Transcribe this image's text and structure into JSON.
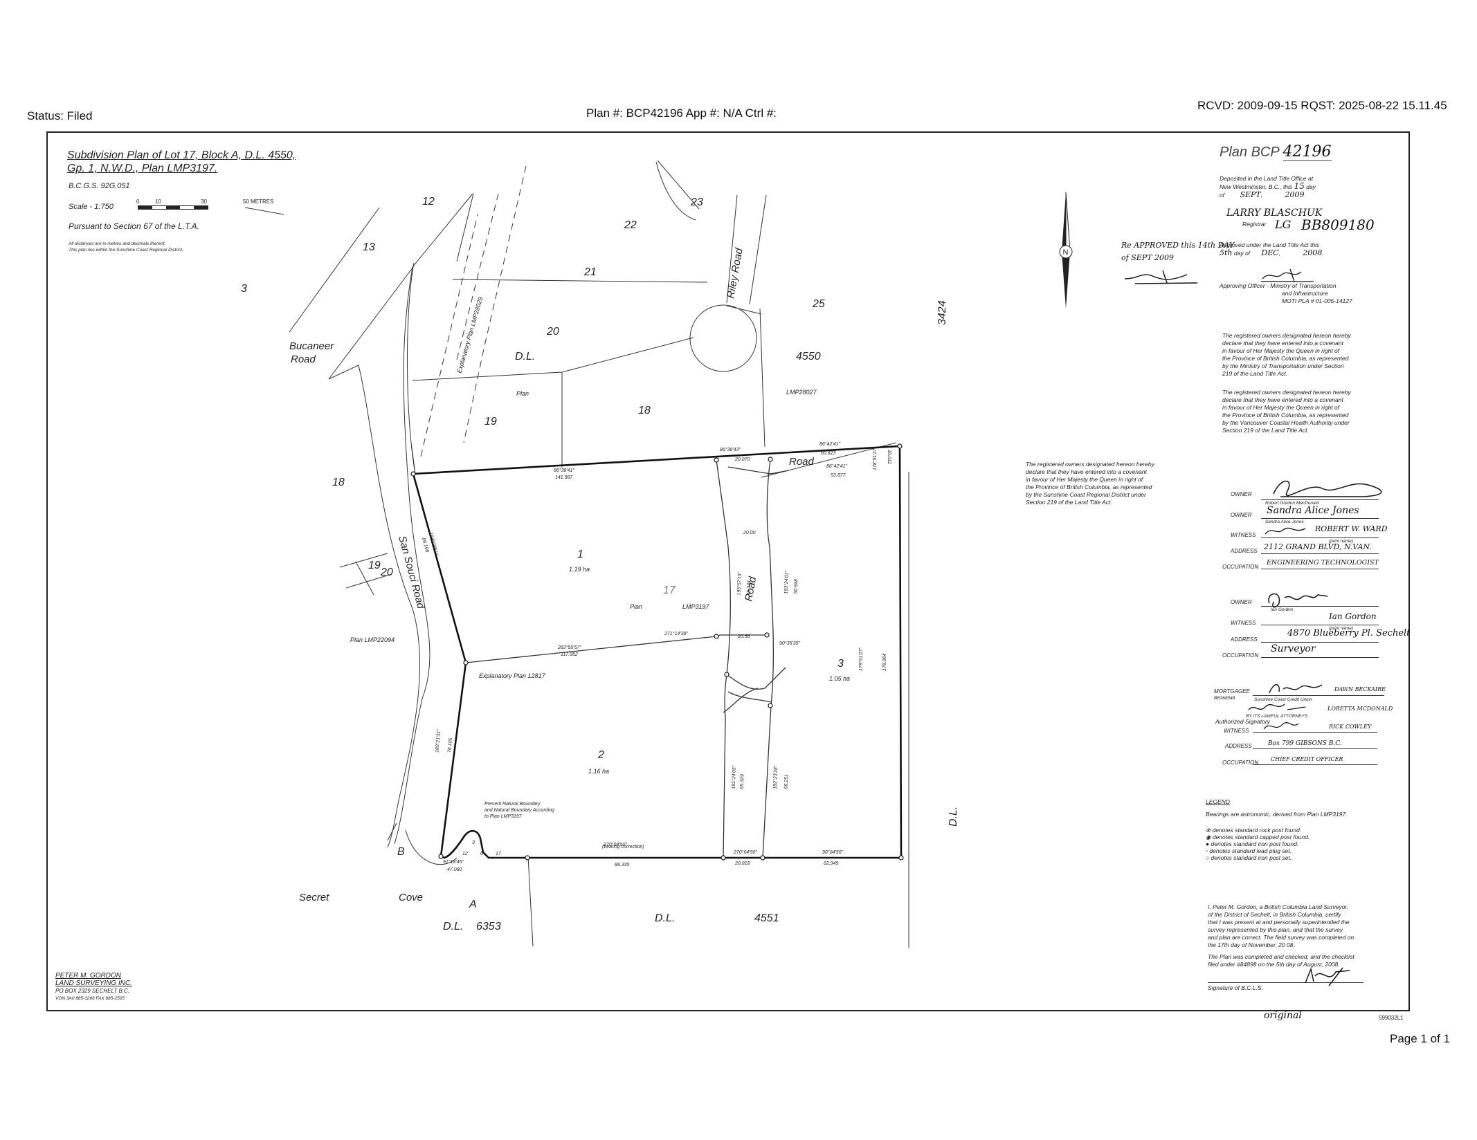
{
  "header": {
    "status": "Status: Filed",
    "plan_info": "Plan #: BCP42196 App #: N/A Ctrl #:",
    "received": "RCVD: 2009-09-15 RQST: 2025-08-22 15.11.45"
  },
  "footer": {
    "page": "Page 1 of 1",
    "doc_number": "599032L1",
    "original_mark": "original"
  },
  "title_block": {
    "line1": "Subdivision Plan of Lot 17, Block A, D.L. 4550,",
    "line2": "Gp. 1, N.W.D., Plan LMP3197.",
    "bcgs": "B.C.G.S. 92G.051",
    "scale": "Scale - 1:750",
    "scale_ticks": [
      "0",
      "10",
      "30",
      "50 METRES"
    ],
    "pursuant": "Pursuant to Section 67 of the L.T.A.",
    "note1": "All distances are in metres and decimals thereof.",
    "note2": "This plan lies within the Sunshine Coast Regional District."
  },
  "plan_number": {
    "label": "Plan BCP",
    "number": "42196"
  },
  "deposit": {
    "line1": "Deposited in the Land Title Office at",
    "line2": "New Westminster, B.C., this",
    "day": "15",
    "day_suffix": "day",
    "of": "of",
    "month": "SEPT",
    "year": "2009",
    "registrar_name": "LARRY BLASCHUK",
    "registrar_title": "Registrar",
    "registrar_initials": "LG",
    "doc": "BB809180"
  },
  "approval": {
    "reapproved": "Re APPROVED this 14th DAY",
    "reapproved_of": "of SEPT 2009",
    "line1": "Approved under the Land Title Act this",
    "day": "5th",
    "day_of": "day of",
    "month": "DEC",
    "year": "2008",
    "officer": "Approving Officer - Ministry of Transportation",
    "officer2": "and Infrastructure",
    "moti": "MOTI PLA # 01-005-14127"
  },
  "covenants": {
    "c1": [
      "The registered owners designated hereon hereby",
      "declare that they have entered into a covenant",
      "in favour of Her Majesty the Queen in right of",
      "the Province of British Columbia, as represented",
      "by the Ministry of Transportation under Section",
      "219 of the Land Title Act."
    ],
    "c2": [
      "The registered owners designated hereon hereby",
      "declare that they have entered into a covenant",
      "in favour of Her Majesty the Queen in right of",
      "the Province of British Columbia, as represented",
      "by the Vancouver Coastal Health Authority under",
      "Section 219 of the Land Title Act."
    ],
    "c3": [
      "The registered owners designated hereon hereby",
      "declare that they have entered into a covenant",
      "in favour of Her Majesty the Queen in right of",
      "the Province of British Columbia, as represented",
      "by the Sunshine Coast Regional District under",
      "Section 219 of the Land Title Act."
    ]
  },
  "signatures": {
    "owner_label": "OWNER",
    "witness_label": "WITNESS",
    "address_label": "ADDRESS",
    "occupation_label": "OCCUPATION",
    "mortgagee_label": "MORTGAGEE",
    "owner1": "Robert Gordon MacDonald",
    "owner2_hand": "Sandra Alice Jones",
    "owner2": "Sandra Alice Jones",
    "witness1": "ROBERT W. WARD",
    "print_name": "(print name)",
    "address1": "2112 GRAND BLVD, N.VAN.",
    "occupation1": "ENGINEERING TECHNOLOGIST",
    "owner3": "Ian Gordon",
    "witness2": "Ian Gordon",
    "address2": "4870 Blueberry Pl. Sechelt",
    "occupation2": "Surveyor",
    "mortgagee_no": "BB368548",
    "mortgagee_name": "Sunshine Coast Credit Union",
    "mortgagee_sig_name": "DAWN BECKAIRE",
    "attorney": "BY ITS LAWFUL ATTORNEYS",
    "attorney2": "LORETTA MCDONALD",
    "authorized": "Authorized Signatory",
    "witness3": "RICK COWLEY",
    "address3": "Box 799 GIBSONS B.C.",
    "occupation3": "CHIEF CREDIT OFFICER"
  },
  "legend": {
    "title": "LEGEND",
    "bearings": "Bearings are astronomic, derived from Plan LMP3197.",
    "items": [
      "denotes standard rock post found.",
      "denotes standard capped post found.",
      "denotes standard iron post found.",
      "denotes standard lead plug set.",
      "denotes standard iron post set."
    ]
  },
  "certification": {
    "lines": [
      "I, Peter M. Gordon, a British Columbia Land Surveyor,",
      "of the District of Sechelt, in British Columbia, certify",
      "that I was present at and personally superintended the",
      "survey represented by this plan, and that the survey",
      "and plan are correct. The field survey was completed on",
      "the 17th day of November, 20 08."
    ],
    "checklist": [
      "The Plan was completed and checked, and the checklist",
      "filed under #84898 on the 5th day of August, 2008."
    ],
    "signature_label": "Signature of B.C.L.S."
  },
  "surveyor": {
    "name": "PETER M. GORDON",
    "company": "LAND SURVEYING INC.",
    "address": "PO BOX 2329 SECHELT B.C.",
    "phone": "VON 3A0  885-3266  FAX 885-2505"
  },
  "map": {
    "lots": [
      "12",
      "13",
      "3",
      "22",
      "23",
      "21",
      "20",
      "25",
      "4550",
      "D.L.",
      "19",
      "18",
      "18",
      "1",
      "1.19 ha",
      "17",
      "3",
      "1.05 ha",
      "2",
      "1.16 ha",
      "B",
      "A",
      "19",
      "20",
      "3424",
      "D.L.",
      "4551",
      "D.L.",
      "6353",
      "D.L."
    ],
    "roads": [
      "Riley Road",
      "Bucaneer",
      "Road",
      "San Souci Road",
      "Road",
      "Road"
    ],
    "plans": [
      "Plan",
      "LMP28027",
      "Plan",
      "LMP3197",
      "Plan LMP22094",
      "Explanatory Plan 12817",
      "Explanatory Plan LMP28029"
    ],
    "water": [
      "Secret",
      "Cove"
    ],
    "boundary_note": [
      "Present Natural Boundary",
      "and Natural Boundary According",
      "to Plan LMP3197"
    ],
    "bearing_correction": "(bearing correction)",
    "dims": {
      "top1": "86°38'41\"",
      "top1d": "141.987",
      "top2": "86°38'43\"",
      "top2d": "20.070",
      "top3": "86°42'41\"",
      "top3d": "60.823",
      "road_b": "86°42'41\"",
      "road_d": "53.877",
      "mid1": "263°55'57\"",
      "mid1d": "117.952",
      "mid2": "271°14'38\"",
      "mid2d": "20.56",
      "mid3": "90°35'35\"",
      "bot1": "270°04'50\"",
      "bot1d": "88.335",
      "bot2": "270°04'50\"",
      "bot2d": "20.018",
      "bot3": "90°04'50\"",
      "bot3d": "62.949",
      "right1": "10.011",
      "right2": "178°51'27\"",
      "right3": "179°51'27\"",
      "right4": "178.064",
      "left1": "164°03'51\"",
      "left1d": "86.198",
      "left2": "180°21'31\"",
      "left2d": "76.105",
      "arc1": "91°18'45\"",
      "arc1d": "47.080",
      "c1": "12",
      "c2": "6",
      "c3": "17",
      "c4": "3",
      "r1": "20.00",
      "r2": "181°24'05\"",
      "r3": "65.329",
      "r4": "182°23'28\"",
      "r5": "66.251",
      "r6": "195°57'15\"",
      "r7": "45.334",
      "r8": "193°24'01\"",
      "r9": "50.598"
    }
  }
}
